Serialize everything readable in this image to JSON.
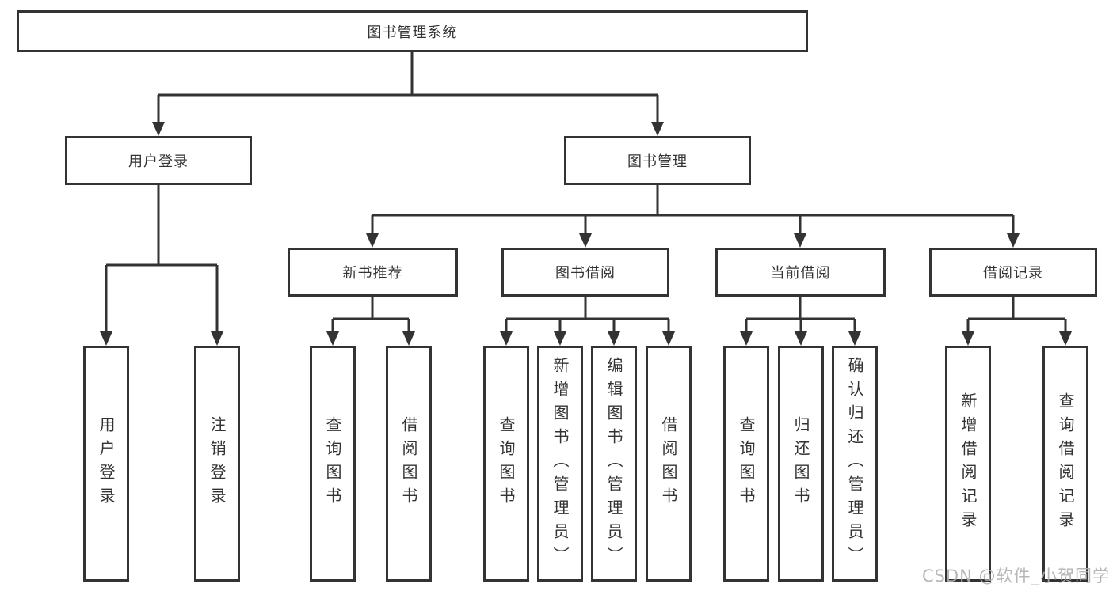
{
  "watermark": "CSDN @软件_小贺同学",
  "colors": {
    "box_border": "#333333",
    "line": "#333333",
    "text": "#333333",
    "watermark": "#b0b0b0",
    "background": "#ffffff"
  },
  "tree": {
    "label": "图书管理系统",
    "children": [
      {
        "label": "用户登录",
        "children": [
          {
            "label": "用户登录"
          },
          {
            "label": "注销登录"
          }
        ]
      },
      {
        "label": "图书管理",
        "children": [
          {
            "label": "新书推荐",
            "children": [
              {
                "label": "查询图书"
              },
              {
                "label": "借阅图书"
              }
            ]
          },
          {
            "label": "图书借阅",
            "children": [
              {
                "label": "查询图书"
              },
              {
                "label": "新增图书（管理员）"
              },
              {
                "label": "编辑图书（管理员）"
              },
              {
                "label": "借阅图书"
              }
            ]
          },
          {
            "label": "当前借阅",
            "children": [
              {
                "label": "查询图书"
              },
              {
                "label": "归还图书"
              },
              {
                "label": "确认归还（管理员）"
              }
            ]
          },
          {
            "label": "借阅记录",
            "children": [
              {
                "label": "新增借阅记录"
              },
              {
                "label": "查询借阅记录"
              }
            ]
          }
        ]
      }
    ]
  }
}
